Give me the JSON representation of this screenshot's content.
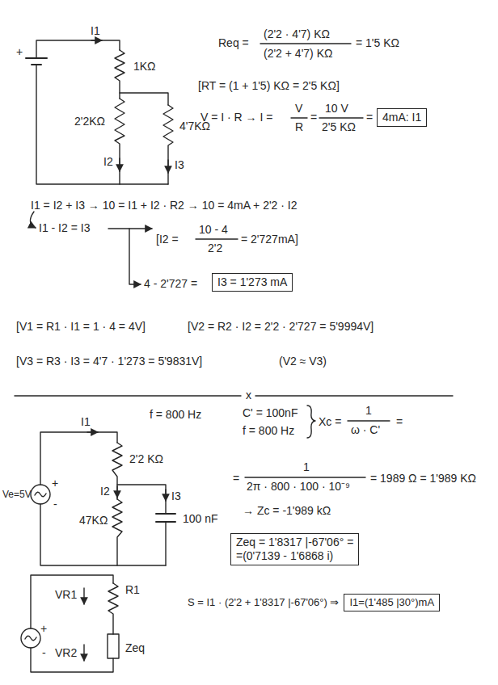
{
  "diagram": {
    "nodes": [
      {
        "text": [
          "4mA: I1"
        ]
      },
      {
        "text": [
          "I3 = 1'273 mA"
        ]
      },
      {
        "text": [
          "Zeq = 1'8317 |-67'06° =",
          "=(0'7139 - 1'6868 i)"
        ]
      },
      {
        "text": [
          "I1=(1'485 |30°)mA"
        ]
      }
    ],
    "labels": [
      "I1",
      "+",
      "1KΩ",
      "2'2KΩ",
      "4'7KΩ",
      "I2",
      "I3",
      "Req =",
      "(2'2 · 4'7) KΩ",
      "(2'2 + 4'7) KΩ",
      "= 1'5 KΩ",
      "[RT = (1 + 1'5) KΩ = 2'5 KΩ]",
      "V = I · R → I =",
      "V",
      "R",
      "=",
      "10 V",
      "2'5 KΩ",
      "=",
      "I1 = I2 + I3 → 10 = I1 + I2 · R2 → 10 = 4mA + 2'2 · I2",
      "I1 - I2 = I3",
      "[I2 =",
      "10 - 4",
      "2'2",
      "= 2'727mA]",
      "4 - 2'727 =",
      "[V1 = R1 · I1 = 1 · 4 = 4V]",
      "[V2 = R2 · I2 = 2'2 · 2'727 = 5'9994V]",
      "[V3 = R3 · I3 = 4'7 · 1'273 = 5'9831V]",
      "(V2 ≈ V3)",
      "x",
      "I1",
      "f = 800 Hz",
      "2'2 KΩ",
      "I2",
      "I3",
      "47KΩ",
      "100 nF",
      "Ve=5V",
      "+",
      "-",
      "C' = 100nF",
      "f = 800 Hz",
      "Xc =",
      "1",
      "ω · C'",
      "=",
      "=",
      "1",
      "2π · 800 · 100 · 10⁻⁹",
      "= 1989 Ω = 1'989 KΩ",
      "→ Zc = -1'989 kΩ",
      "S = I1 · (2'2 + 1'8317 |-67'06°) ⇒",
      "+",
      "-",
      "VR1",
      "VR2",
      "R1",
      "Zeq"
    ]
  }
}
